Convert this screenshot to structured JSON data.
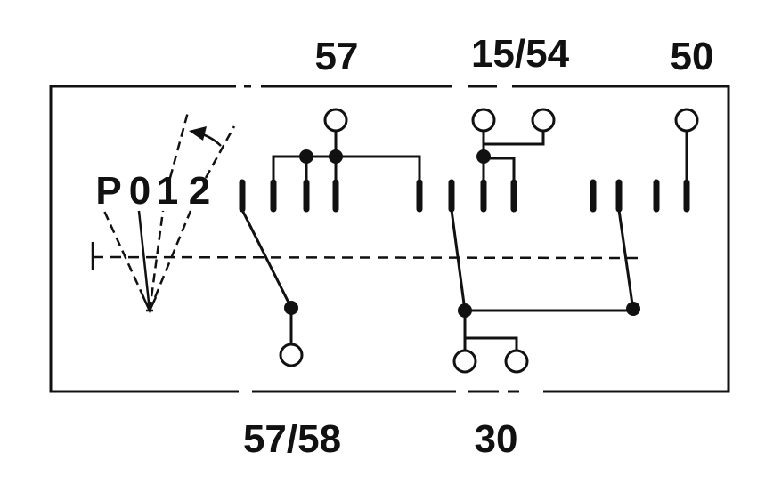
{
  "terminals": {
    "top": [
      "57",
      "15/54",
      "50"
    ],
    "bottom": [
      "57/58",
      "30"
    ]
  },
  "switch_positions": [
    "P",
    "0",
    "1",
    "2"
  ]
}
